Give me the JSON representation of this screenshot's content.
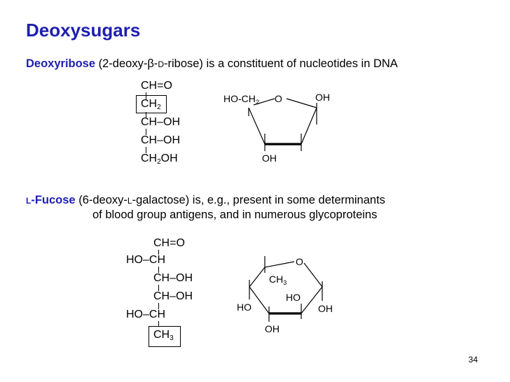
{
  "slide": {
    "title": "Deoxysugars",
    "page_number": "34",
    "colors": {
      "accent": "#1f1fb0",
      "text": "#000000"
    }
  },
  "deoxyribose": {
    "name": "Deoxyribose",
    "desc_pre": " (2-deoxy-β-",
    "desc_sc": "D",
    "desc_post": "-ribose) is a constituent of nucleotides in DNA",
    "chain": {
      "l1": "CH=O",
      "l2_a": "CH",
      "l2_sub": "2",
      "l3_a": "CH",
      "l3_bond": "–",
      "l3_b": "OH",
      "l4_a": "CH",
      "l4_bond": "–",
      "l4_b": "OH",
      "l5_a": "CH",
      "l5_sub": "2",
      "l5_b": "OH"
    },
    "ring": {
      "ho_ch2": "HO-CH",
      "ho_ch2_sub": "2",
      "o": "O",
      "oh_right": "OH",
      "oh_bottom": "OH"
    }
  },
  "fucose": {
    "sc_l": "L",
    "name": "-Fucose",
    "line1_pre": " (6-deoxy-",
    "line1_sc": "L",
    "line1_post": "-galactose) is, e.g., present in some determinants",
    "line2": "of blood group antigens, and in numerous glycoproteins",
    "chain": {
      "l1": "CH=O",
      "l2_a": "HO",
      "l2_bond": "–",
      "l2_b": "CH",
      "l3_a": "CH",
      "l3_bond": "–",
      "l3_b": "OH",
      "l4_a": "CH",
      "l4_bond": "–",
      "l4_b": "OH",
      "l5_a": "HO",
      "l5_bond": "–",
      "l5_b": "CH",
      "l6_a": "CH",
      "l6_sub": "3"
    },
    "ring": {
      "o": "O",
      "ch3": "CH",
      "ch3_sub": "3",
      "ho_left": "HO",
      "ho_inner": "HO",
      "oh_right": "OH",
      "oh_bottom": "OH"
    }
  }
}
